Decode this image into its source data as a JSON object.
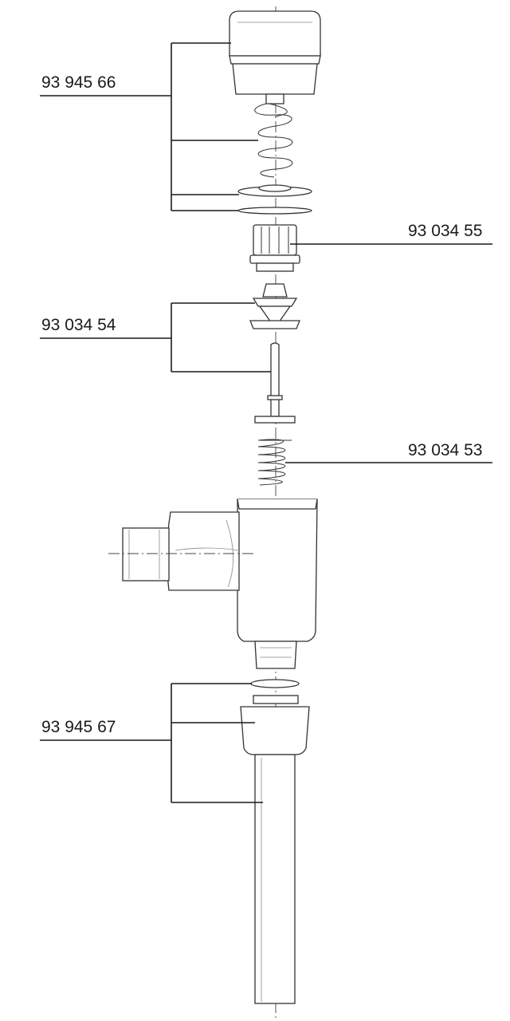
{
  "diagram": {
    "callouts": [
      {
        "id": "cap-assembly",
        "label": "93 945 66"
      },
      {
        "id": "cartridge",
        "label": "93 034 55"
      },
      {
        "id": "valve-assembly",
        "label": "93 034 54"
      },
      {
        "id": "lower-spring",
        "label": "93 034 53"
      },
      {
        "id": "pipe-assembly",
        "label": "93 945 67"
      }
    ]
  }
}
